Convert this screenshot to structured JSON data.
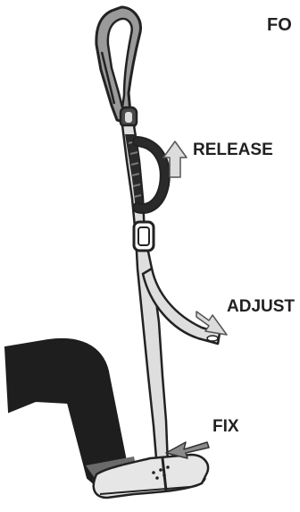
{
  "diagram": {
    "title_fragment": "FO",
    "labels": {
      "release": "RELEASE",
      "adjust": "ADJUST",
      "fix": "FIX"
    },
    "colors": {
      "ink": "#222222",
      "carabiner": "#9a9a9a",
      "carabiner_dark": "#6b6b6b",
      "strap": "#dedede",
      "buckle": "#2a2a2a",
      "leg": "#1e1e1e",
      "shoe": "#e6e6e6",
      "arrow_light": "#dcdcdc",
      "arrow_dark": "#8a8a8a"
    },
    "icons": [
      "carabiner-icon",
      "release-arrow-icon",
      "adjust-arrow-icon",
      "fix-arrow-icon",
      "foot-icon",
      "shoe-icon"
    ]
  }
}
